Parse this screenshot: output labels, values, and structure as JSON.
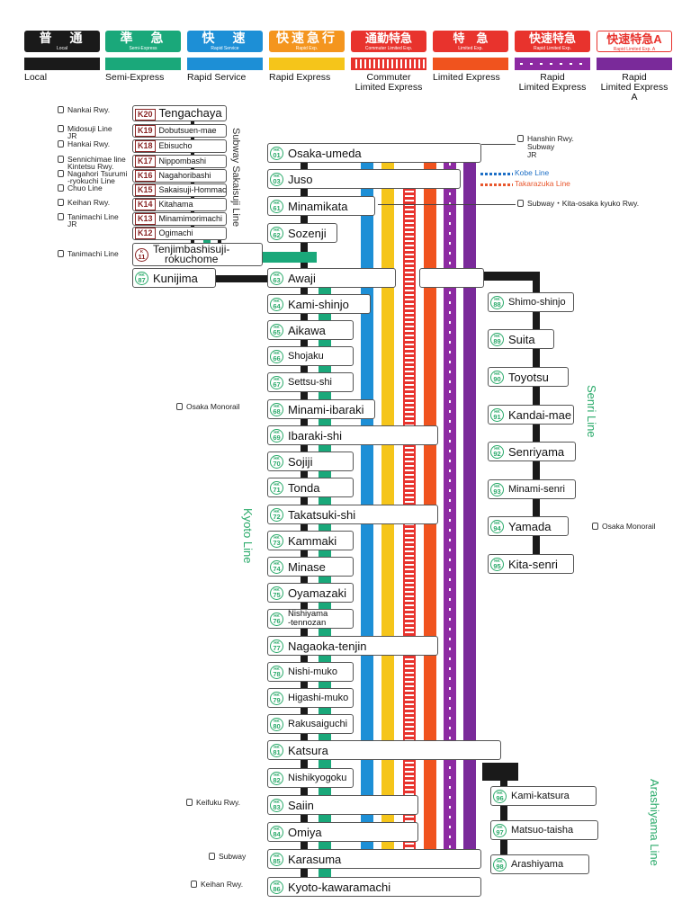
{
  "legend": [
    {
      "jp": "普　通",
      "sub": "Local",
      "en": "Local",
      "color": "#1a1a1a"
    },
    {
      "jp": "準　急",
      "sub": "Semi-Express",
      "en": "Semi-Express",
      "color": "#1aa87a"
    },
    {
      "jp": "快　速",
      "sub": "Rapid Service",
      "en": "Rapid Service",
      "color": "#1d8fd6"
    },
    {
      "jp": "快速急行",
      "sub": "Rapid Exp.",
      "en": "Rapid Express",
      "color": "#f4951e"
    },
    {
      "jp": "通勤特急",
      "sub": "Commuter Limited Exp.",
      "en": "Commuter\nLimited Express",
      "color": "#e8332d"
    },
    {
      "jp": "特　急",
      "sub": "Limited Exp.",
      "en": "Limited Express",
      "color": "#e8332d"
    },
    {
      "jp": "快速特急",
      "sub": "Rapid Limited Exp.",
      "en": "Rapid\nLimited Express",
      "color": "#e8332d"
    },
    {
      "jp": "快速特急A",
      "sub": "Rapid Limited Exp. A",
      "en": "Rapid\nLimited Express A",
      "color": "#e8332d"
    }
  ],
  "colors": {
    "local": "#1a1a1a",
    "semi": "#1aa87a",
    "rapid": "#1d8fd6",
    "rapidexp": "#f5c51a",
    "commuter": "#e8332d",
    "limited": "#f0531e",
    "rapidltd": "#8d2aa2",
    "rapidltdA": "#7a2a9a",
    "hk": "#2aaa6a",
    "kobe": "#1d6fc6",
    "takarazuka": "#e8572d"
  },
  "kobe_line": "Kobe Line",
  "takarazuka_line": "Takarazuka Line",
  "sakaisuji": {
    "title": "Subway Sakaisuji Line",
    "stations": [
      {
        "code": "K20",
        "name": "Tengachaya",
        "transfer": "Nankai Rwy."
      },
      {
        "code": "K19",
        "name": "Dobutsuen-mae",
        "transfer": "Midosuji Line\nJR"
      },
      {
        "code": "K18",
        "name": "Ebisucho",
        "transfer": "Hankai Rwy."
      },
      {
        "code": "K17",
        "name": "Nippombashi",
        "transfer": "Sennichimae line\nKintetsu Rwy."
      },
      {
        "code": "K16",
        "name": "Nagahoribashi",
        "transfer": "Nagahori Tsurumi\n-ryokuchi Line"
      },
      {
        "code": "K15",
        "name": "Sakaisuji-Hommachi",
        "transfer": "Chuo Line"
      },
      {
        "code": "K14",
        "name": "Kitahama",
        "transfer": "Keihan Rwy."
      },
      {
        "code": "K13",
        "name": "Minamimorimachi",
        "transfer": "Tanimachi Line\nJR"
      },
      {
        "code": "K12",
        "name": "Ogimachi",
        "transfer": ""
      }
    ],
    "k11": {
      "code_top": "K",
      "code_num": "11",
      "name": "Tenjimbashisuji-\nrokuchome",
      "transfer": "Tanimachi Line"
    }
  },
  "kunijima": {
    "code": "87",
    "name": "Kunijima"
  },
  "kyoto": {
    "title": "Kyoto Line",
    "stations": [
      {
        "code": "01",
        "name": "Osaka-umeda",
        "transfer": "Hanshin Rwy.\nSubway\nJR"
      },
      {
        "code": "03",
        "name": "Juso",
        "transfer": ""
      },
      {
        "code": "61",
        "name": "Minamikata",
        "transfer": "Subway・Kita-osaka kyuko Rwy."
      },
      {
        "code": "62",
        "name": "Sozenji",
        "transfer": ""
      },
      {
        "code": "63",
        "name": "Awaji",
        "transfer": ""
      },
      {
        "code": "64",
        "name": "Kami-shinjo",
        "transfer": ""
      },
      {
        "code": "65",
        "name": "Aikawa",
        "transfer": ""
      },
      {
        "code": "66",
        "name": "Shojaku",
        "transfer": ""
      },
      {
        "code": "67",
        "name": "Settsu-shi",
        "transfer": ""
      },
      {
        "code": "68",
        "name": "Minami-ibaraki",
        "transfer": "Osaka Monorail"
      },
      {
        "code": "69",
        "name": "Ibaraki-shi",
        "transfer": ""
      },
      {
        "code": "70",
        "name": "Sojiji",
        "transfer": ""
      },
      {
        "code": "71",
        "name": "Tonda",
        "transfer": ""
      },
      {
        "code": "72",
        "name": "Takatsuki-shi",
        "transfer": ""
      },
      {
        "code": "73",
        "name": "Kammaki",
        "transfer": ""
      },
      {
        "code": "74",
        "name": "Minase",
        "transfer": ""
      },
      {
        "code": "75",
        "name": "Oyamazaki",
        "transfer": ""
      },
      {
        "code": "76",
        "name": "Nishiyama\n-tennozan",
        "transfer": ""
      },
      {
        "code": "77",
        "name": "Nagaoka-tenjin",
        "transfer": ""
      },
      {
        "code": "78",
        "name": "Nishi-muko",
        "transfer": ""
      },
      {
        "code": "79",
        "name": "Higashi-muko",
        "transfer": ""
      },
      {
        "code": "80",
        "name": "Rakusaiguchi",
        "transfer": ""
      },
      {
        "code": "81",
        "name": "Katsura",
        "transfer": ""
      },
      {
        "code": "82",
        "name": "Nishikyogoku",
        "transfer": ""
      },
      {
        "code": "83",
        "name": "Saiin",
        "transfer": "Keifuku Rwy."
      },
      {
        "code": "84",
        "name": "Omiya",
        "transfer": ""
      },
      {
        "code": "85",
        "name": "Karasuma",
        "transfer": "Subway"
      },
      {
        "code": "86",
        "name": "Kyoto-kawaramachi",
        "transfer": "Keihan Rwy."
      }
    ]
  },
  "senri": {
    "title": "Senri Line",
    "stations": [
      {
        "code": "88",
        "name": "Shimo-shinjo",
        "transfer": ""
      },
      {
        "code": "89",
        "name": "Suita",
        "transfer": ""
      },
      {
        "code": "90",
        "name": "Toyotsu",
        "transfer": ""
      },
      {
        "code": "91",
        "name": "Kandai-mae",
        "transfer": ""
      },
      {
        "code": "92",
        "name": "Senriyama",
        "transfer": ""
      },
      {
        "code": "93",
        "name": "Minami-senri",
        "transfer": ""
      },
      {
        "code": "94",
        "name": "Yamada",
        "transfer": "Osaka Monorail"
      },
      {
        "code": "95",
        "name": "Kita-senri",
        "transfer": ""
      }
    ]
  },
  "arashiyama": {
    "title": "Arashiyama Line",
    "stations": [
      {
        "code": "96",
        "name": "Kami-katsura",
        "transfer": ""
      },
      {
        "code": "97",
        "name": "Matsuo-taisha",
        "transfer": ""
      },
      {
        "code": "98",
        "name": "Arashiyama",
        "transfer": ""
      }
    ]
  },
  "hk_prefix": "HK"
}
